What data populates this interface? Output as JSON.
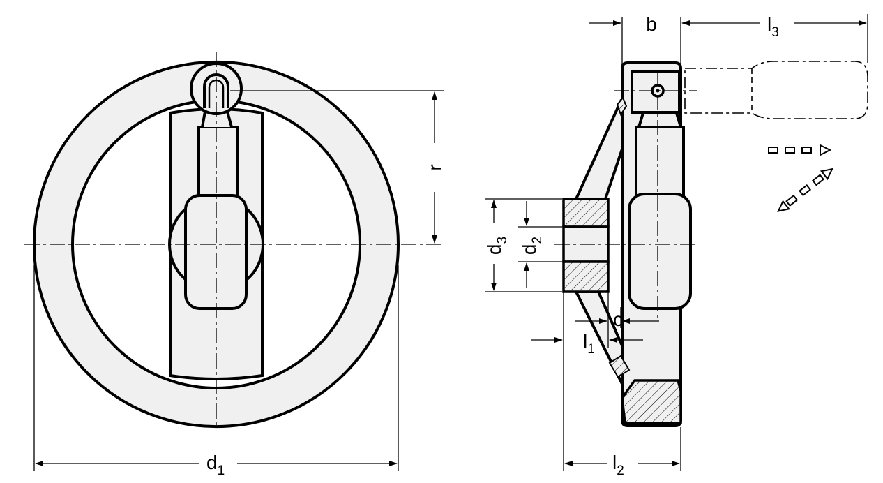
{
  "drawing": {
    "fill_color": "#f0f0f0",
    "stroke_color": "#000000",
    "labels": {
      "d1": {
        "main": "d",
        "sub": "1"
      },
      "r": {
        "main": "r"
      },
      "b": {
        "main": "b"
      },
      "l3": {
        "main": "l",
        "sub": "3"
      },
      "d3": {
        "main": "d",
        "sub": "3"
      },
      "d2": {
        "main": "d",
        "sub": "2"
      },
      "c": {
        "main": "c"
      },
      "l1": {
        "main": "l",
        "sub": "1"
      },
      "l2": {
        "main": "l",
        "sub": "2"
      }
    }
  }
}
